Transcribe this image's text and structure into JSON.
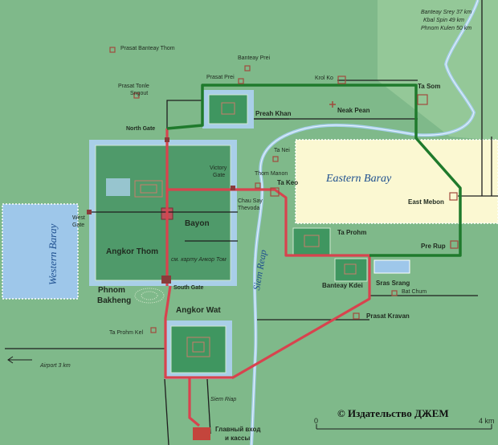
{
  "distances": {
    "banteay_srey": "Banteay Srey 37 km",
    "kbal_spin": "Kbal Spin 49 km",
    "phnom_kulen": "Phnom Kulen 50 km"
  },
  "temples": {
    "prasat_banteay_thom": "Prasat Banteay Thom",
    "banteay_prei": "Banteay Prei",
    "prasat_prei": "Prasat Prei",
    "prasat_tonle_sngout_1": "Prasat Tonle",
    "prasat_tonle_sngout_2": "Sngout",
    "krol_ko": "Krol Ko",
    "ta_som": "Ta Som",
    "neak_pean": "Neak Pean",
    "preah_khan": "Preah Khan",
    "north_gate": "North Gate",
    "ta_nei": "Ta Nei",
    "victory_gate_1": "Victory",
    "victory_gate_2": "Gate",
    "thom_manon": "Thom Manon",
    "ta_keo": "Ta Keo",
    "chau_say_1": "Chau Say",
    "chau_say_2": "Thevoda",
    "east_mebon": "East Mebon",
    "west_gate_1": "West",
    "west_gate_2": "Gate",
    "bayon": "Bayon",
    "ta_prohm": "Ta Prohm",
    "angkor_thom": "Angkor Thom",
    "angkor_thom_ref": "см. карту Анкор Том",
    "pre_rup": "Pre Rup",
    "banteay_kdei": "Banteay Kdei",
    "sras_srang": "Sras Srang",
    "bat_chum": "Bat Chum",
    "phnom_1": "Phnom",
    "phnom_2": "Bakheng",
    "south_gate": "South Gate",
    "angkor_wat": "Angkor Wat",
    "ta_prohm_kel": "Ta Prohm Kel",
    "prasat_kravan": "Prasat Kravan"
  },
  "water": {
    "eastern_baray": "Eastern Baray",
    "western_baray": "Western Baray",
    "siem_reap_river": "Siem Reap"
  },
  "roads": {
    "airport": "Airport 3 km",
    "siem_riap": "Siem Riap",
    "main_entrance_1": "Главный вход",
    "main_entrance_2": "и кассы"
  },
  "copyright": "© Издательство ДЖЕМ",
  "scale": {
    "start": "0",
    "end": "4 km"
  },
  "colors": {
    "land": "#7fb98a",
    "baray_fill": "#fbf8d2",
    "water": "#9ec7ea",
    "grand_circuit": "#1f7a2c",
    "small_circuit": "#d8434e",
    "road": "#1e1e1e"
  }
}
